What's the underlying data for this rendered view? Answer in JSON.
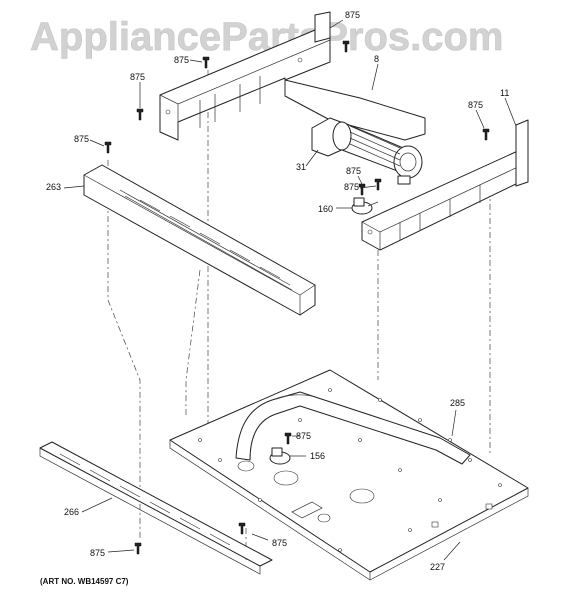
{
  "watermark": "AppliancePartsPros.com",
  "art_number": "(ART NO. WB14597 C7)",
  "callouts": {
    "c875_top": "875",
    "c875_left_upper": "875",
    "c875_left_mid": "875",
    "c875_trim": "875",
    "c875_right": "875",
    "c875_motor_a": "875",
    "c875_motor_b": "875",
    "c875_base_switch": "875",
    "c875_base_bottom": "875",
    "c875_rail": "875",
    "c8": "8",
    "c11": "11",
    "c31": "31",
    "c160": "160",
    "c263": "263",
    "c285": "285",
    "c156": "156",
    "c266": "266",
    "c227": "227"
  }
}
